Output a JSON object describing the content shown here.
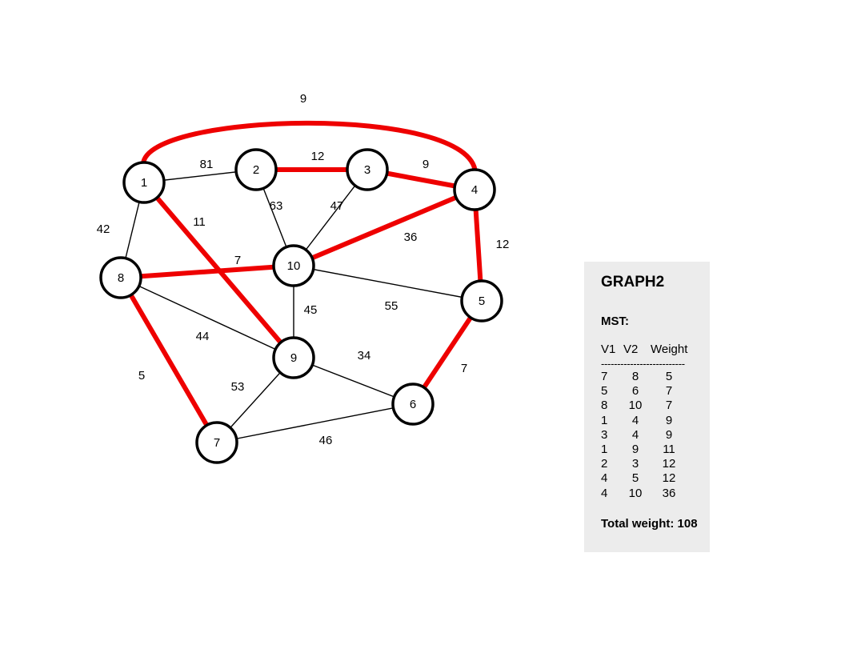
{
  "graph": {
    "nodes": [
      {
        "id": "1",
        "label": "1"
      },
      {
        "id": "2",
        "label": "2"
      },
      {
        "id": "3",
        "label": "3"
      },
      {
        "id": "4",
        "label": "4"
      },
      {
        "id": "5",
        "label": "5"
      },
      {
        "id": "6",
        "label": "6"
      },
      {
        "id": "7",
        "label": "7"
      },
      {
        "id": "8",
        "label": "8"
      },
      {
        "id": "9",
        "label": "9"
      },
      {
        "id": "10",
        "label": "10"
      }
    ],
    "edges": [
      {
        "from": "1",
        "to": "4",
        "weight": "9",
        "mst": true
      },
      {
        "from": "1",
        "to": "2",
        "weight": "81",
        "mst": false
      },
      {
        "from": "2",
        "to": "3",
        "weight": "12",
        "mst": true
      },
      {
        "from": "3",
        "to": "4",
        "weight": "9",
        "mst": true
      },
      {
        "from": "1",
        "to": "8",
        "weight": "42",
        "mst": false
      },
      {
        "from": "1",
        "to": "9",
        "weight": "11",
        "mst": true
      },
      {
        "from": "2",
        "to": "10",
        "weight": "63",
        "mst": false
      },
      {
        "from": "3",
        "to": "10",
        "weight": "47",
        "mst": false
      },
      {
        "from": "4",
        "to": "10",
        "weight": "36",
        "mst": true
      },
      {
        "from": "4",
        "to": "5",
        "weight": "12",
        "mst": true
      },
      {
        "from": "8",
        "to": "10",
        "weight": "7",
        "mst": true
      },
      {
        "from": "10",
        "to": "9",
        "weight": "45",
        "mst": false
      },
      {
        "from": "10",
        "to": "5",
        "weight": "55",
        "mst": false
      },
      {
        "from": "8",
        "to": "9",
        "weight": "44",
        "mst": false
      },
      {
        "from": "9",
        "to": "6",
        "weight": "34",
        "mst": false
      },
      {
        "from": "5",
        "to": "6",
        "weight": "7",
        "mst": true
      },
      {
        "from": "8",
        "to": "7",
        "weight": "5",
        "mst": true
      },
      {
        "from": "9",
        "to": "7",
        "weight": "53",
        "mst": false
      },
      {
        "from": "7",
        "to": "6",
        "weight": "46",
        "mst": false
      }
    ],
    "colors": {
      "mst_edge": "#ee0000",
      "edge": "#000000",
      "node_fill": "#ffffff",
      "node_stroke": "#000000"
    }
  },
  "panel": {
    "title": "GRAPH2",
    "mst_heading": "MST:",
    "columns": [
      "V1",
      "V2",
      "Weight"
    ],
    "divider": "--------------------------",
    "rows": [
      [
        "7",
        "8",
        "5"
      ],
      [
        "5",
        "6",
        "7"
      ],
      [
        "8",
        "10",
        "7"
      ],
      [
        "1",
        "4",
        "9"
      ],
      [
        "3",
        "4",
        "9"
      ],
      [
        "1",
        "9",
        "11"
      ],
      [
        "2",
        "3",
        "12"
      ],
      [
        "4",
        "5",
        "12"
      ],
      [
        "4",
        "10",
        "36"
      ]
    ],
    "total_label": "Total weight: 108"
  }
}
